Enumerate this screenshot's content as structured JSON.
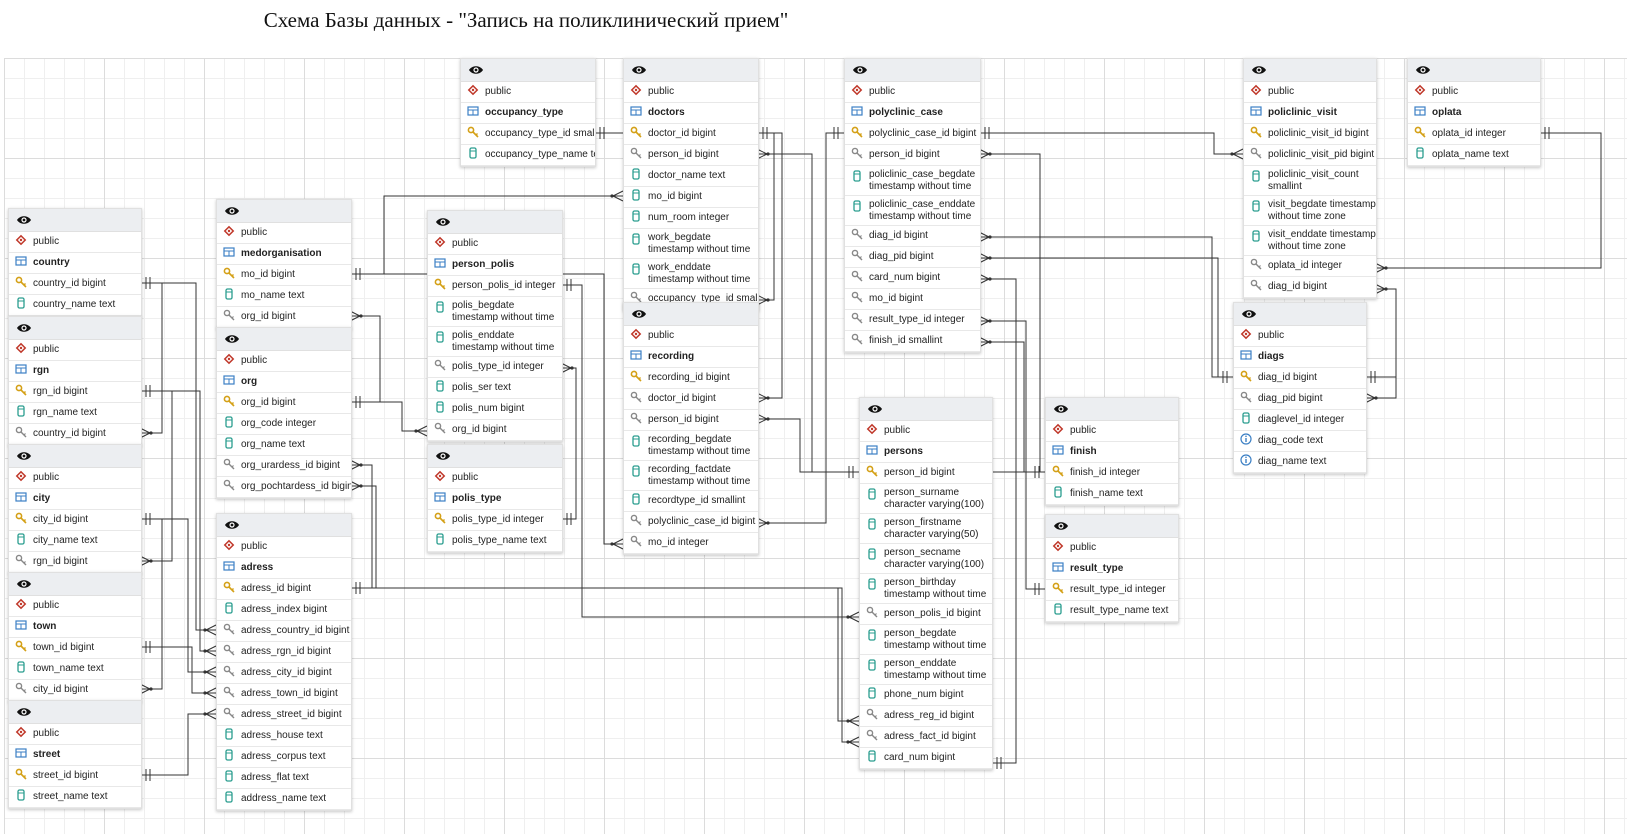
{
  "title": "Схема Базы данных - \"Запись на поликлинический прием\"",
  "colors": {
    "schema_icon": "#c0392b",
    "table_icon": "#3b7fc4",
    "key_icon": "#d4a017",
    "column_icon": "#2a9d8f",
    "fk_icon": "#888888",
    "info_icon": "#3b7fc4"
  },
  "tables": [
    {
      "id": "country",
      "schema": "public",
      "name": "country",
      "columns": [
        {
          "icon": "key",
          "text": "country_id bigint"
        },
        {
          "icon": "col",
          "text": "country_name text"
        }
      ]
    },
    {
      "id": "rgn",
      "schema": "public",
      "name": "rgn",
      "columns": [
        {
          "icon": "key",
          "text": "rgn_id bigint"
        },
        {
          "icon": "col",
          "text": "rgn_name text"
        },
        {
          "icon": "fk",
          "text": "country_id bigint"
        }
      ]
    },
    {
      "id": "city",
      "schema": "public",
      "name": "city",
      "columns": [
        {
          "icon": "key",
          "text": "city_id bigint"
        },
        {
          "icon": "col",
          "text": "city_name text"
        },
        {
          "icon": "fk",
          "text": "rgn_id bigint"
        }
      ]
    },
    {
      "id": "town",
      "schema": "public",
      "name": "town",
      "columns": [
        {
          "icon": "key",
          "text": "town_id bigint"
        },
        {
          "icon": "col",
          "text": "town_name text"
        },
        {
          "icon": "fk",
          "text": "city_id bigint"
        }
      ]
    },
    {
      "id": "street",
      "schema": "public",
      "name": "street",
      "columns": [
        {
          "icon": "key",
          "text": "street_id bigint"
        },
        {
          "icon": "col",
          "text": "street_name text"
        }
      ]
    },
    {
      "id": "medorganisation",
      "schema": "public",
      "name": "medorganisation",
      "columns": [
        {
          "icon": "key",
          "text": "mo_id bigint"
        },
        {
          "icon": "col",
          "text": "mo_name text"
        },
        {
          "icon": "fk",
          "text": "org_id bigint"
        }
      ]
    },
    {
      "id": "org",
      "schema": "public",
      "name": "org",
      "columns": [
        {
          "icon": "key",
          "text": "org_id bigint"
        },
        {
          "icon": "col",
          "text": "org_code integer"
        },
        {
          "icon": "col",
          "text": "org_name text"
        },
        {
          "icon": "fk",
          "text": "org_urardess_id bigint"
        },
        {
          "icon": "fk",
          "text": "org_pochtardess_id bigint"
        }
      ]
    },
    {
      "id": "adress",
      "schema": "public",
      "name": "adress",
      "columns": [
        {
          "icon": "key",
          "text": "adress_id bigint"
        },
        {
          "icon": "col",
          "text": "adress_index bigint"
        },
        {
          "icon": "fk",
          "text": "adress_country_id bigint"
        },
        {
          "icon": "fk",
          "text": "adress_rgn_id bigint"
        },
        {
          "icon": "fk",
          "text": "adress_city_id bigint"
        },
        {
          "icon": "fk",
          "text": "adress_town_id bigint"
        },
        {
          "icon": "fk",
          "text": "adress_street_id bigint"
        },
        {
          "icon": "col",
          "text": "adress_house text"
        },
        {
          "icon": "col",
          "text": "adress_corpus text"
        },
        {
          "icon": "col",
          "text": "adress_flat text"
        },
        {
          "icon": "col",
          "text": "address_name text"
        }
      ]
    },
    {
      "id": "occupancy_type",
      "schema": "public",
      "name": "occupancy_type",
      "columns": [
        {
          "icon": "key",
          "text": "occupancy_type_id smallint"
        },
        {
          "icon": "col",
          "text": "occupancy_type_name text"
        }
      ]
    },
    {
      "id": "person_polis",
      "schema": "public",
      "name": "person_polis",
      "columns": [
        {
          "icon": "key",
          "text": "person_polis_id integer"
        },
        {
          "icon": "col",
          "text": "polis_begdate timestamp without time zone",
          "tall": true
        },
        {
          "icon": "col",
          "text": "polis_enddate timestamp without time zone",
          "tall": true
        },
        {
          "icon": "fk",
          "text": "polis_type_id integer"
        },
        {
          "icon": "col",
          "text": "polis_ser text"
        },
        {
          "icon": "col",
          "text": "polis_num bigint"
        },
        {
          "icon": "fk",
          "text": "org_id bigint"
        }
      ]
    },
    {
      "id": "polis_type",
      "schema": "public",
      "name": "polis_type",
      "columns": [
        {
          "icon": "key",
          "text": "polis_type_id integer"
        },
        {
          "icon": "col",
          "text": "polis_type_name text"
        }
      ]
    },
    {
      "id": "doctors",
      "schema": "public",
      "name": "doctors",
      "columns": [
        {
          "icon": "key",
          "text": "doctor_id bigint"
        },
        {
          "icon": "fk",
          "text": "person_id bigint"
        },
        {
          "icon": "col",
          "text": "doctor_name text"
        },
        {
          "icon": "col",
          "text": "mo_id bigint"
        },
        {
          "icon": "col",
          "text": "num_room integer"
        },
        {
          "icon": "col",
          "text": "work_begdate timestamp without time zone",
          "tall": true
        },
        {
          "icon": "col",
          "text": "work_enddate timestamp without time zone",
          "tall": true
        },
        {
          "icon": "fk",
          "text": "occupancy_type_id smallint"
        }
      ]
    },
    {
      "id": "recording",
      "schema": "public",
      "name": "recording",
      "columns": [
        {
          "icon": "key",
          "text": "recording_id bigint"
        },
        {
          "icon": "fk",
          "text": "doctor_id bigint"
        },
        {
          "icon": "fk",
          "text": "person_id bigint"
        },
        {
          "icon": "col",
          "text": "recording_begdate timestamp without time zone",
          "tall": true
        },
        {
          "icon": "col",
          "text": "recording_factdate timestamp without time zone",
          "tall": true
        },
        {
          "icon": "col",
          "text": "recordtype_id smallint"
        },
        {
          "icon": "fk",
          "text": "polyclinic_case_id bigint"
        },
        {
          "icon": "fk",
          "text": "mo_id integer"
        }
      ]
    },
    {
      "id": "polyclinic_case",
      "schema": "public",
      "name": "polyclinic_case",
      "columns": [
        {
          "icon": "key",
          "text": "polyclinic_case_id bigint"
        },
        {
          "icon": "fk",
          "text": "person_id bigint"
        },
        {
          "icon": "col",
          "text": "policlinic_case_begdate timestamp without time zone",
          "tall": true
        },
        {
          "icon": "col",
          "text": "policlinic_case_enddate timestamp without time zone",
          "tall": true
        },
        {
          "icon": "fk",
          "text": "diag_id bigint"
        },
        {
          "icon": "fk",
          "text": "diag_pid bigint"
        },
        {
          "icon": "fk",
          "text": "card_num bigint"
        },
        {
          "icon": "fk",
          "text": "mo_id bigint"
        },
        {
          "icon": "fk",
          "text": "result_type_id integer"
        },
        {
          "icon": "fk",
          "text": "finish_id smallint"
        }
      ]
    },
    {
      "id": "persons",
      "schema": "public",
      "name": "persons",
      "columns": [
        {
          "icon": "key",
          "text": "person_id bigint"
        },
        {
          "icon": "col",
          "text": "person_surname character varying(100)",
          "tall": true
        },
        {
          "icon": "col",
          "text": "person_firstname character varying(50)",
          "tall": true
        },
        {
          "icon": "col",
          "text": "person_secname character varying(100)",
          "tall": true
        },
        {
          "icon": "col",
          "text": "person_birthday timestamp without time zone",
          "tall": true
        },
        {
          "icon": "fk",
          "text": "person_polis_id bigint"
        },
        {
          "icon": "col",
          "text": "person_begdate timestamp without time zone",
          "tall": true
        },
        {
          "icon": "col",
          "text": "person_enddate timestamp without time zone",
          "tall": true
        },
        {
          "icon": "col",
          "text": "phone_num bigint"
        },
        {
          "icon": "fk",
          "text": "adress_reg_id bigint"
        },
        {
          "icon": "fk",
          "text": "adress_fact_id bigint"
        },
        {
          "icon": "col",
          "text": "card_num bigint"
        }
      ]
    },
    {
      "id": "finish",
      "schema": "public",
      "name": "finish",
      "columns": [
        {
          "icon": "key",
          "text": "finish_id integer"
        },
        {
          "icon": "col",
          "text": "finish_name text"
        }
      ]
    },
    {
      "id": "result_type",
      "schema": "public",
      "name": "result_type",
      "columns": [
        {
          "icon": "key",
          "text": "result_type_id integer"
        },
        {
          "icon": "col",
          "text": "result_type_name text"
        }
      ]
    },
    {
      "id": "policlinic_visit",
      "schema": "public",
      "name": "policlinic_visit",
      "columns": [
        {
          "icon": "key",
          "text": "policlinic_visit_id bigint"
        },
        {
          "icon": "fk",
          "text": "policlinic_visit_pid bigint"
        },
        {
          "icon": "col",
          "text": "policlinic_visit_count smallint",
          "tall": true
        },
        {
          "icon": "col",
          "text": "visit_begdate timestamp without time zone",
          "tall": true
        },
        {
          "icon": "col",
          "text": "visit_enddate timestamp without time zone",
          "tall": true
        },
        {
          "icon": "fk",
          "text": "oplata_id integer"
        },
        {
          "icon": "fk",
          "text": "diag_id bigint"
        }
      ]
    },
    {
      "id": "oplata",
      "schema": "public",
      "name": "oplata",
      "columns": [
        {
          "icon": "key",
          "text": "oplata_id integer"
        },
        {
          "icon": "col",
          "text": "oplata_name text"
        }
      ]
    },
    {
      "id": "diags",
      "schema": "public",
      "name": "diags",
      "columns": [
        {
          "icon": "key",
          "text": "diag_id bigint"
        },
        {
          "icon": "fk",
          "text": "diag_pid bigint"
        },
        {
          "icon": "col",
          "text": "diaglevel_id integer"
        },
        {
          "icon": "info",
          "text": "diag_code text"
        },
        {
          "icon": "info",
          "text": "diag_name text"
        }
      ]
    }
  ]
}
